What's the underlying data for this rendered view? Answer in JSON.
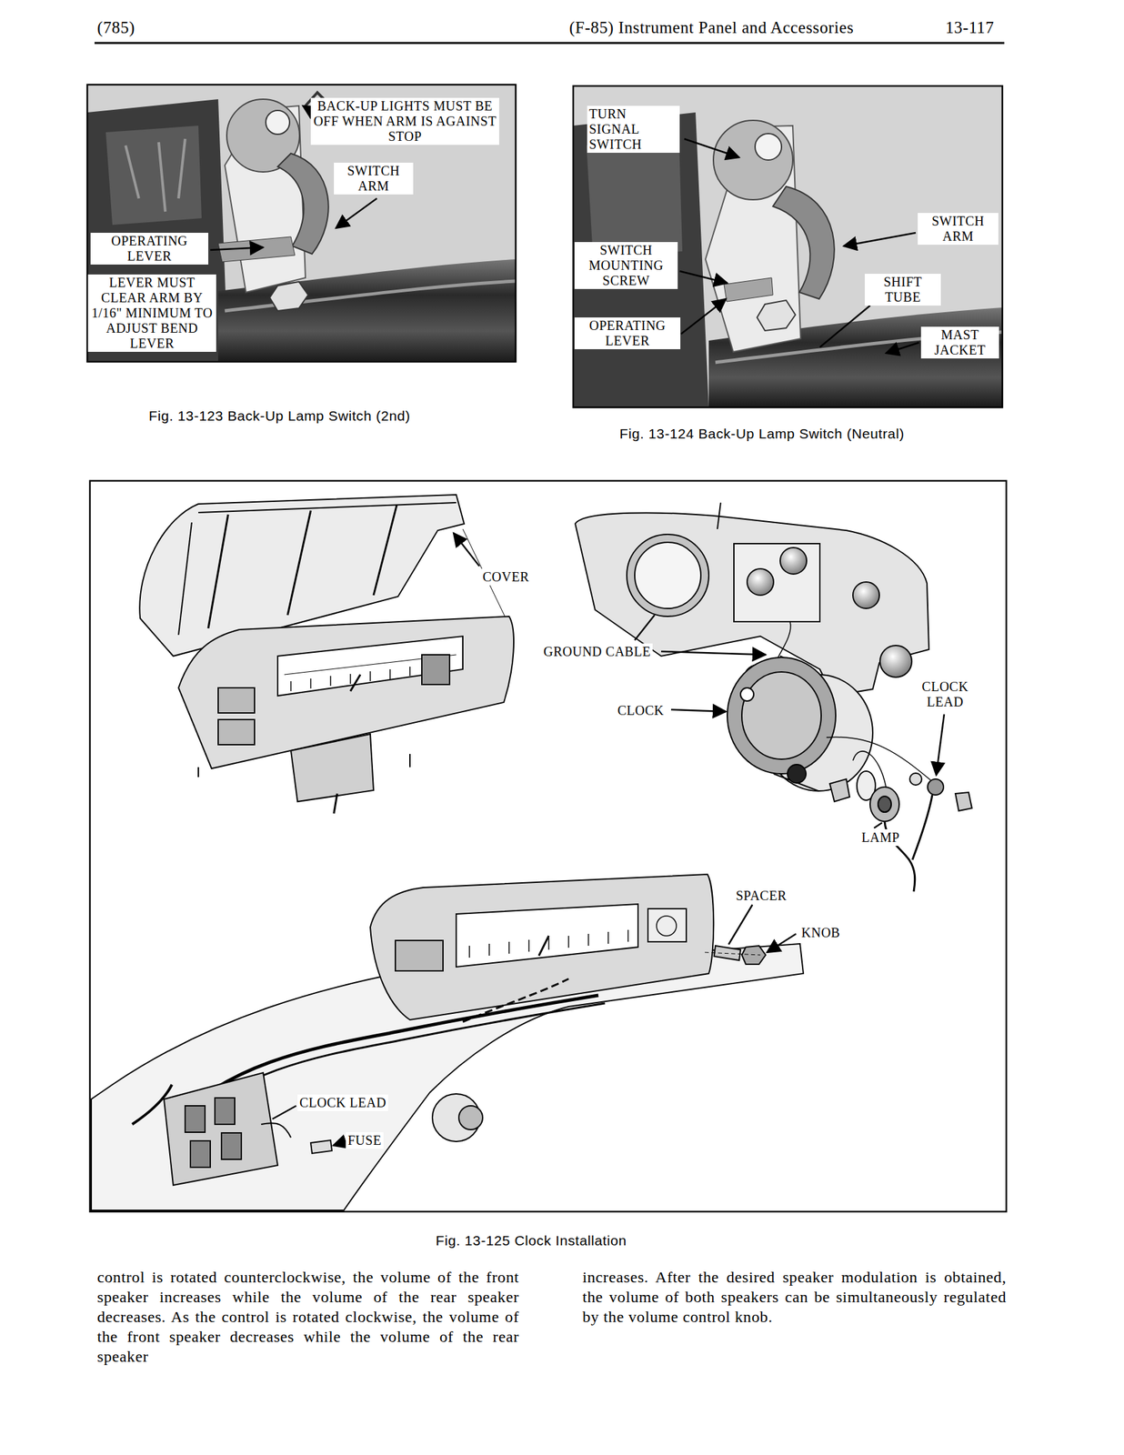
{
  "diagram": {
    "labels": [
      "(785)",
      "(F-85) Instrument Panel and Accessories",
      "13-117",
      "BACK-UP LIGHTS MUST BE OFF WHEN ARM IS AGAINST STOP",
      "SWITCH ARM",
      "OPERATING LEVER",
      "LEVER MUST CLEAR ARM BY 1/16\" MINIMUM TO ADJUST BEND LEVER",
      "Fig. 13-123  Back-Up Lamp Switch (2nd)",
      "TURN SIGNAL SWITCH",
      "SWITCH ARM",
      "SWITCH MOUNTING SCREW",
      "OPERATING LEVER",
      "SHIFT TUBE",
      "MAST JACKET",
      "Fig. 13-124  Back-Up Lamp Switch (Neutral)",
      "COVER",
      "GROUND CABLE",
      "CLOCK",
      "CLOCK LEAD",
      "LAMP",
      "SPACER",
      "KNOB",
      "CLOCK LEAD",
      "FUSE",
      "Fig. 13-125  Clock Installation",
      "control is rotated counterclockwise, the volume of the front speaker increases while the volume of the rear speaker decreases. As the control is rotated clockwise, the volume of the front speaker decreases while the volume of the rear speaker",
      "increases. After the desired speaker modulation is obtained, the volume of both speakers can be simultaneously regulated by the volume control knob."
    ]
  }
}
